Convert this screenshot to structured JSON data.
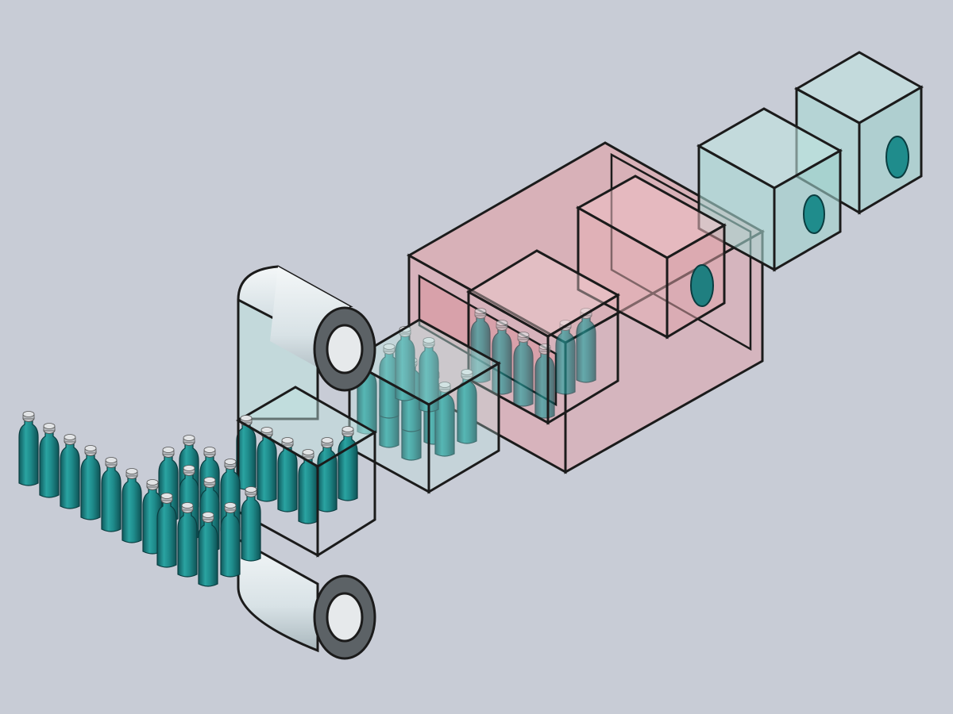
{
  "diagram": {
    "kind": "shrink-wrap bottle packaging process (isometric CAD render)",
    "colors": {
      "background": "#c8ccd6",
      "bottle": "#1f8c8c",
      "bottle_dark": "#115f62",
      "bottle_light": "#3bb3b0",
      "cap": "#c9cccf",
      "film": "#bfe3e0",
      "film_roll": "#e4eaee",
      "tunnel": "#e8a0a6",
      "outline": "#1b1b1b"
    },
    "stages": [
      {
        "name": "bottle-infeed",
        "bottle_count": 22
      },
      {
        "name": "film-rolls",
        "rolls": 2
      },
      {
        "name": "film-wrap-station"
      },
      {
        "name": "wrapped-pack",
        "bottles": 12
      },
      {
        "name": "shrink-tunnel"
      },
      {
        "name": "shrunk-pack",
        "count": 2
      }
    ]
  }
}
